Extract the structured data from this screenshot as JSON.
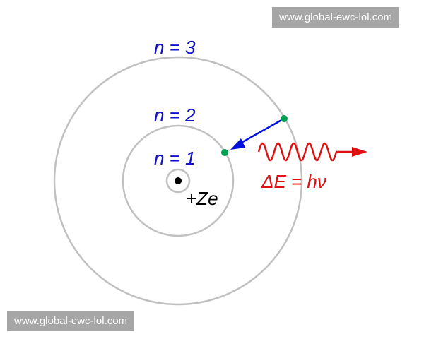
{
  "watermark_top": "www.global-ewc-lol.com",
  "watermark_bottom": "www.global-ewc-lol.com",
  "labels": {
    "n3": "n = 3",
    "n2": "n = 2",
    "n1": "n = 1",
    "nucleus": "+Ze",
    "energy": "ΔE = hν"
  },
  "colors": {
    "orbit": "#c0c0c0",
    "label": "#1010d0",
    "electron": "#00a050",
    "transition": "#0010e0",
    "photon": "#e01010"
  }
}
